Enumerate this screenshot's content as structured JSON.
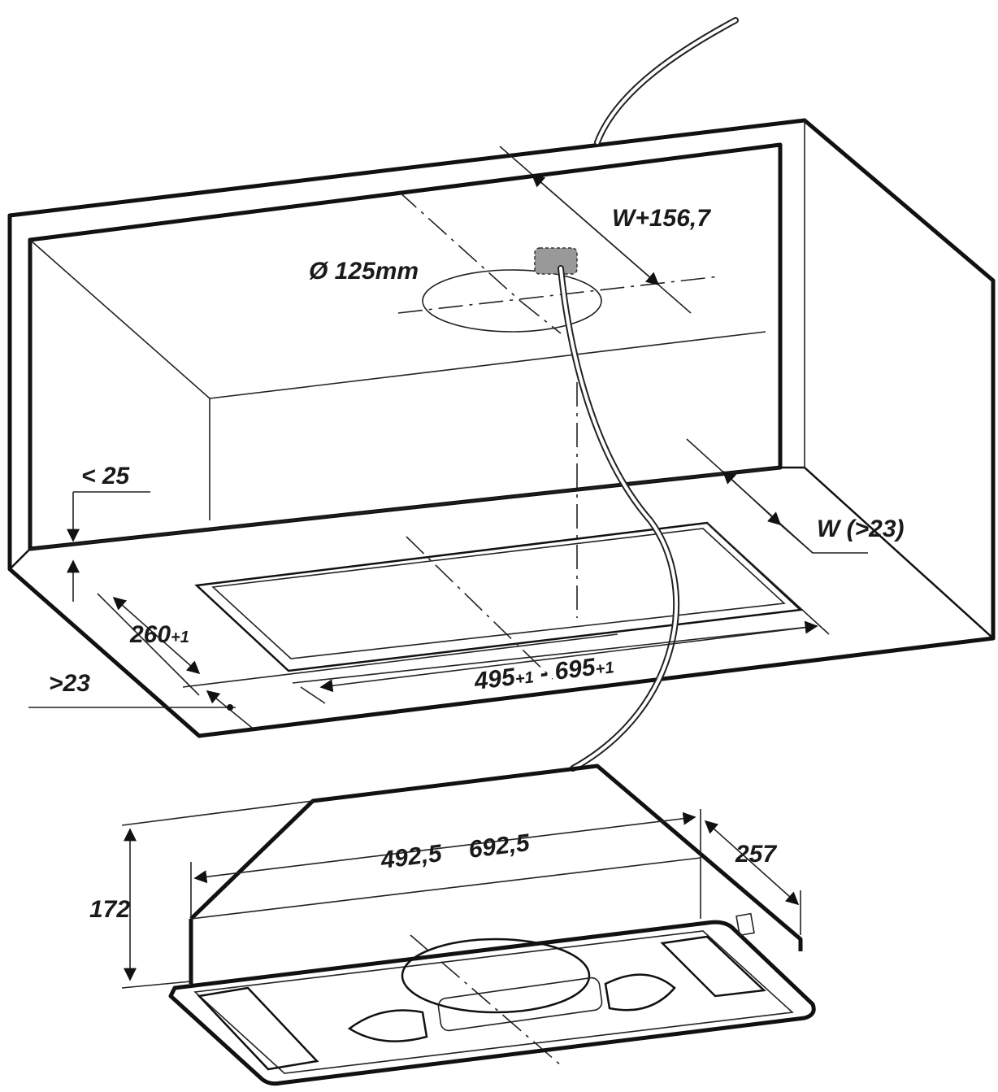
{
  "dimensions": {
    "wall_offset": "W+156,7",
    "duct_diameter": "Ø 125mm",
    "max_recess": "< 25",
    "wall_thickness": "W (>23)",
    "cutout_depth_value": "260",
    "cutout_depth_tol": "+1",
    "min_front": ">23",
    "cutout_width_min": "495",
    "cutout_width_min_tol": "+1",
    "cutout_width_sep": " - ",
    "cutout_width_max": "695",
    "cutout_width_max_tol": "+1",
    "unit_width_min": "492,5",
    "unit_width_max": "692,5",
    "unit_depth": "257",
    "unit_height": "172"
  }
}
